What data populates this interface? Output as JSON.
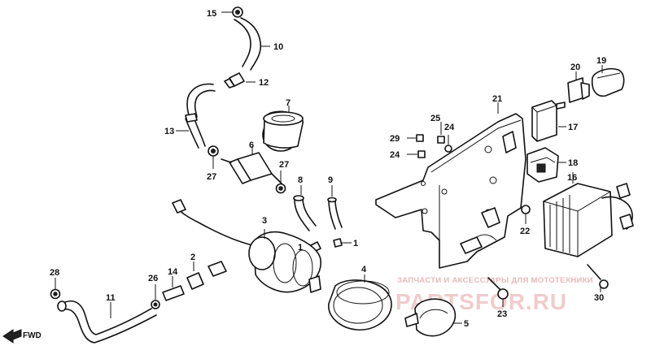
{
  "diagram": {
    "callouts": [
      "15",
      "10",
      "12",
      "13",
      "27",
      "7",
      "6",
      "27",
      "8",
      "9",
      "3",
      "1",
      "1",
      "4",
      "5",
      "2",
      "14",
      "26",
      "11",
      "28",
      "25",
      "24",
      "29",
      "24",
      "21",
      "20",
      "19",
      "17",
      "18",
      "16",
      "22",
      "23",
      "30"
    ],
    "fwd_label": "FWD",
    "watermark": {
      "tagline": "ЗАПЧАСТИ И АКСЕССУАРЫ ДЛЯ МОТОТЕХНИКИ",
      "brand": "PARTSFOR.RU"
    }
  }
}
